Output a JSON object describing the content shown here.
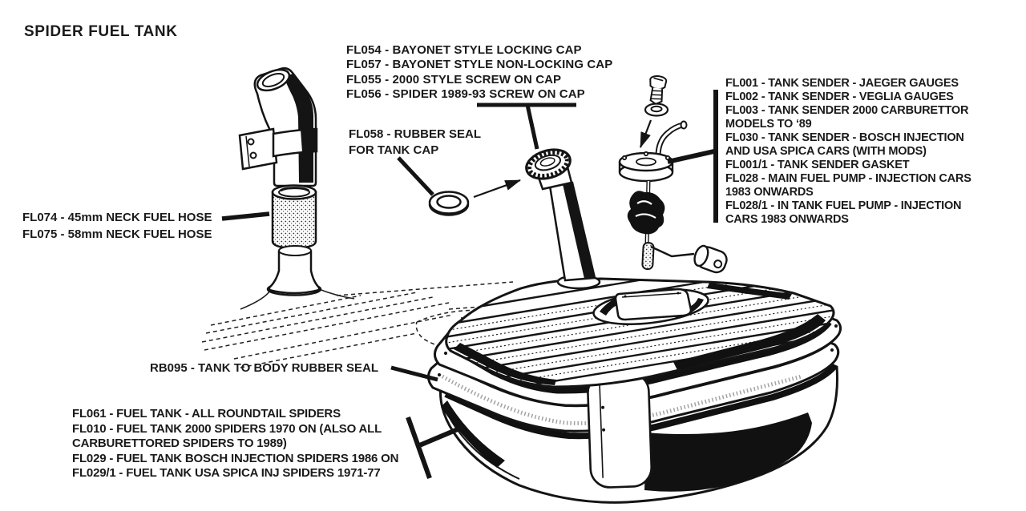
{
  "page": {
    "bg": "#ffffff",
    "ink": "#1a1a1a",
    "title": "SPIDER FUEL TANK"
  },
  "labels": {
    "caps": {
      "lines": [
        "FL054 - BAYONET STYLE LOCKING CAP",
        "FL057 - BAYONET STYLE NON-LOCKING CAP",
        "FL055 - 2000 STYLE SCREW ON CAP",
        "FL056 - SPIDER 1989-93 SCREW ON CAP"
      ]
    },
    "cap_seal": {
      "lines": [
        "FL058 - RUBBER SEAL",
        "FOR TANK CAP"
      ]
    },
    "neck_hoses": {
      "lines": [
        "FL074 - 45mm NECK FUEL HOSE",
        "FL075 - 58mm NECK FUEL HOSE"
      ]
    },
    "senders_pumps": {
      "lines": [
        "FL001 - TANK SENDER - JAEGER GAUGES",
        "FL002 - TANK SENDER - VEGLIA GAUGES",
        "FL003 - TANK SENDER 2000 CARBURETTOR",
        "MODELS TO ‘89",
        "FL030 - TANK SENDER - BOSCH INJECTION",
        "AND USA SPICA CARS (WITH MODS)",
        "FL001/1 - TANK SENDER GASKET",
        "FL028 - MAIN FUEL PUMP - INJECTION CARS",
        "1983 ONWARDS",
        "FL028/1 - IN TANK FUEL PUMP - INJECTION",
        "CARS 1983 ONWARDS"
      ]
    },
    "body_seal": {
      "lines": [
        "RB095 - TANK TO BODY RUBBER SEAL"
      ]
    },
    "fuel_tanks": {
      "lines": [
        "FL061 - FUEL TANK - ALL ROUNDTAIL SPIDERS",
        "FL010 - FUEL TANK 2000 SPIDERS 1970 ON (ALSO ALL",
        "CARBURETTORED SPIDERS TO 1989)",
        "FL029 - FUEL TANK BOSCH INJECTION SPIDERS 1986 ON",
        "FL029/1 - FUEL TANK USA SPICA INJ SPIDERS 1971-77"
      ]
    }
  }
}
